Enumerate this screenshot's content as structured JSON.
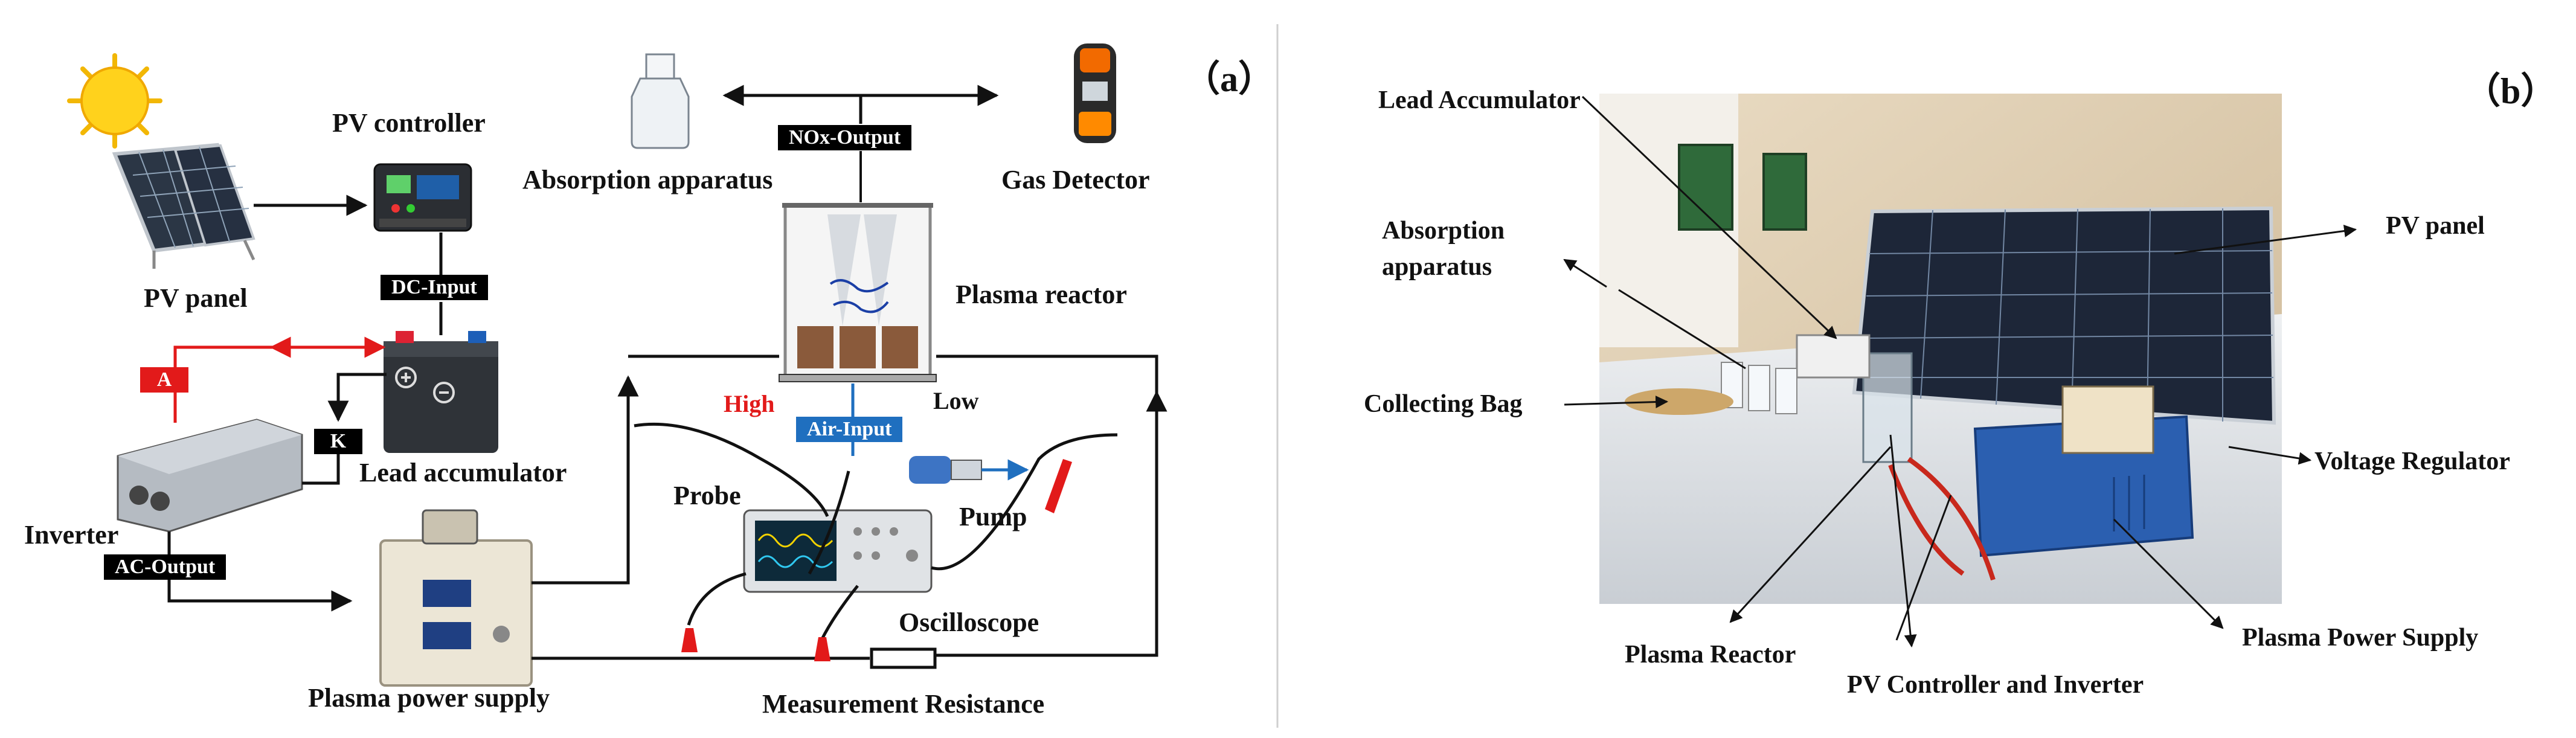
{
  "panel_a": {
    "letter": "（a）",
    "labels": {
      "pv_controller": "PV controller",
      "absorption_apparatus": "Absorption apparatus",
      "gas_detector": "Gas Detector",
      "pv_panel": "PV panel",
      "plasma_reactor": "Plasma reactor",
      "lead_accumulator": "Lead accumulator",
      "inverter": "Inverter",
      "probe": "Probe",
      "pump": "Pump",
      "oscilloscope": "Oscilloscope",
      "plasma_power_supply": "Plasma power supply",
      "measurement_resistance": "Measurement Resistance",
      "high": "High",
      "low": "Low"
    },
    "tags": {
      "nox_output": "NOx-Output",
      "dc_input": "DC-Input",
      "a": "A",
      "k": "K",
      "ac_output": "AC-Output",
      "air_input": "Air-Input"
    },
    "colors": {
      "power_line": "#e21a1a",
      "air_line": "#1f6fbf",
      "wire": "#111111"
    }
  },
  "panel_b": {
    "letter": "（b）",
    "labels": {
      "lead_accumulator": "Lead Accumulator",
      "absorption_apparatus_line1": "Absorption",
      "absorption_apparatus_line2": "apparatus",
      "pv_panel": "PV panel",
      "collecting_bag": "Collecting Bag",
      "voltage_regulator": "Voltage Regulator",
      "plasma_reactor": "Plasma Reactor",
      "plasma_power_supply": "Plasma Power Supply",
      "pv_controller_inverter": "PV Controller and Inverter"
    }
  }
}
